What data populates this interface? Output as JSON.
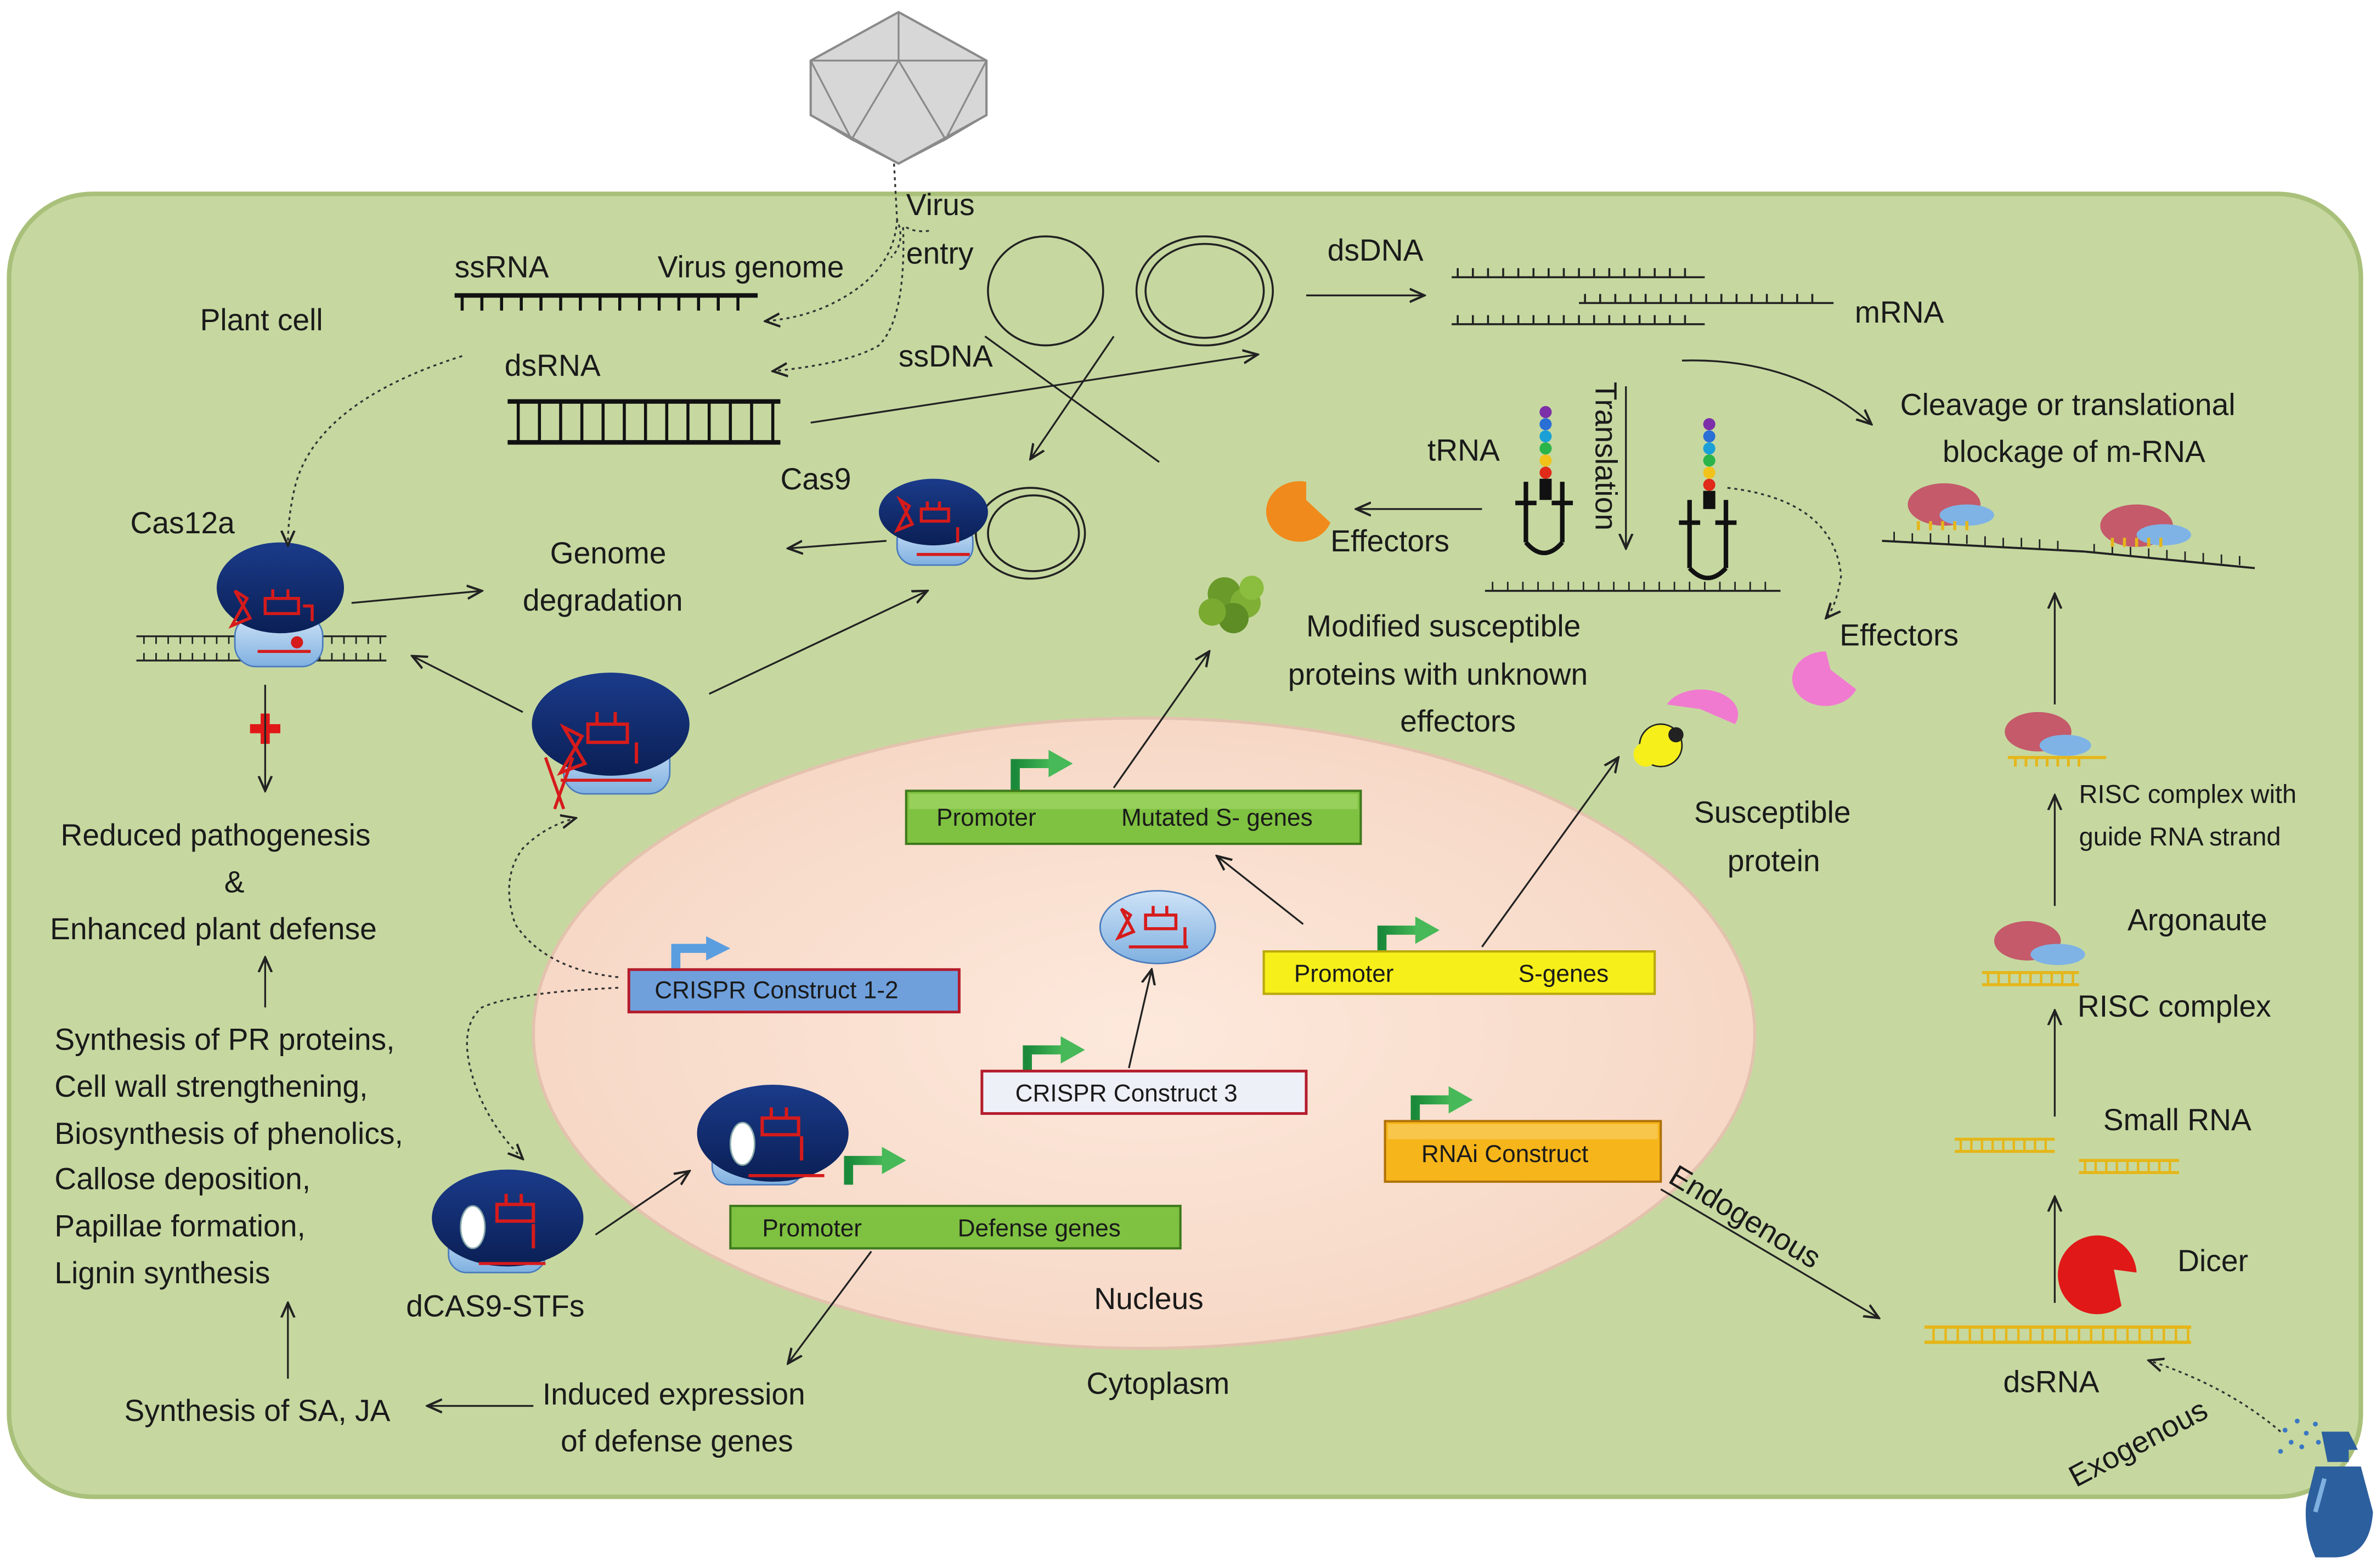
{
  "labels": {
    "plant_cell": "Plant cell",
    "virus": "Virus",
    "entry": "entry",
    "ssrna": "ssRNA",
    "virus_genome": "Virus  genome",
    "dsrna_top": "dsRNA",
    "ssdna": "ssDNA",
    "dsdna": "dsDNA",
    "mrna": "mRNA",
    "cas12a": "Cas12a",
    "cas9": "Cas9",
    "genome_degradation_1": "Genome",
    "genome_degradation_2": "degradation",
    "trna": "tRNA",
    "translation": "Translation",
    "effectors_1": "Effectors",
    "effectors_2": "Effectors",
    "cleavage_1": "Cleavage or translational",
    "cleavage_2": "blockage of m-RNA",
    "modified_1": "Modified susceptible",
    "modified_2": "proteins with unknown",
    "modified_3": "effectors",
    "reduced_1": "Reduced pathogenesis",
    "reduced_2": "&",
    "reduced_3": "Enhanced plant defense",
    "synth_1": "Synthesis of PR proteins,",
    "synth_2": "Cell wall strengthening,",
    "synth_3": "Biosynthesis of phenolics,",
    "synth_4": "Callose deposition,",
    "synth_5": "Papillae formation,",
    "synth_6": "Lignin synthesis",
    "dcas9": "dCAS9-STFs",
    "sa_ja": "Synthesis of SA, JA",
    "induced_1": "Induced expression",
    "induced_2": "of defense genes",
    "nucleus": "Nucleus",
    "cytoplasm": "Cytoplasm",
    "susceptible_1": "Susceptible",
    "susceptible_2": "protein",
    "risc_guide_1": "RISC complex with",
    "risc_guide_2": "guide RNA strand",
    "argonaute": "Argonaute",
    "risc": "RISC complex",
    "small_rna": "Small RNA",
    "dicer": "Dicer",
    "dsrna_bottom": "dsRNA",
    "endogenous": "Endogenous",
    "exogenous": "Exogenous"
  },
  "constructs": {
    "mutated_promoter": "Promoter",
    "mutated_genes": "Mutated S- genes",
    "crispr12": "CRISPR Construct 1-2",
    "s_promoter": "Promoter",
    "s_genes": "S-genes",
    "crispr3": "CRISPR Construct  3",
    "rnai": "RNAi Construct",
    "defense_promoter": "Promoter",
    "defense_genes": "Defense genes"
  },
  "colors": {
    "cell_fill": "#c6d8a0",
    "cell_stroke": "#a9c07a",
    "nucleus_fill": "#fbe3d6",
    "cas_blue": "#0f2a6e",
    "scissor_red": "#d61b1b",
    "green_box": "#7fc241",
    "yellow_box": "#f6ef1a",
    "orange_box": "#f6b51a",
    "blue_box": "#6fa0dc",
    "white_box": "#eef0f8",
    "gold_rna": "#e5b61a",
    "dicer_red": "#e01818",
    "effector_orange": "#f08a1c",
    "effector_pink": "#f07ad0",
    "argonaute": "#c45a6a",
    "argonaute_blue": "#7fb3e6"
  },
  "icons": [
    "virus-capsid-icon",
    "spray-bottle-icon",
    "red-cross-icon"
  ]
}
